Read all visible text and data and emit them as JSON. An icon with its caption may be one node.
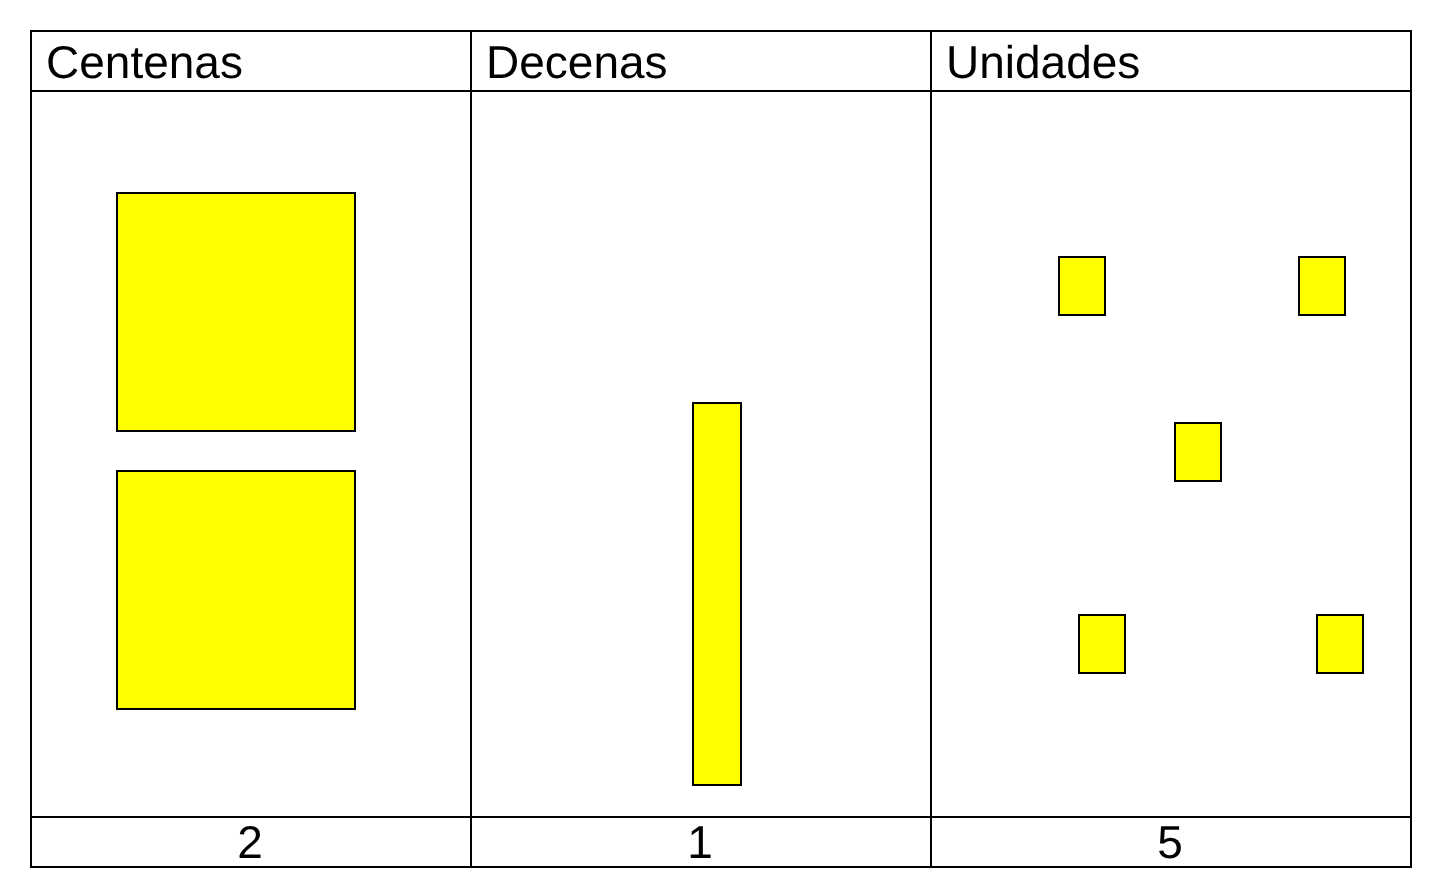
{
  "diagram": {
    "labels": [
      "Centenas",
      "Decenas",
      "Unidades",
      "2",
      "1",
      "5"
    ]
  }
}
